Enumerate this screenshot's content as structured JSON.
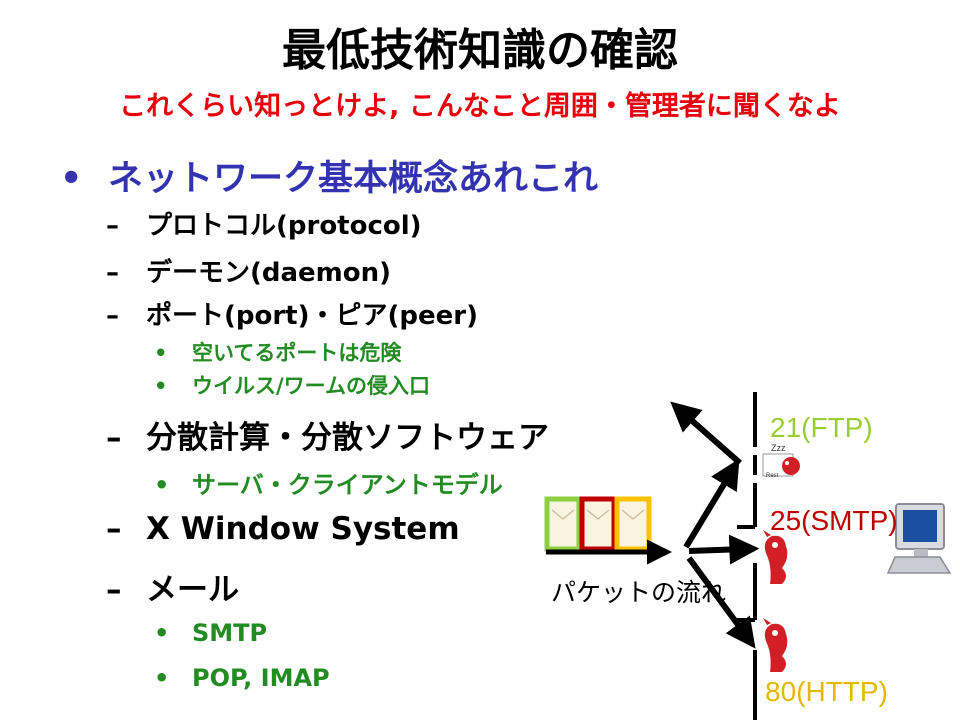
{
  "slide": {
    "title": "最低技術知識の確認",
    "subtitle": "これくらい知っとけよ, こんなこと周囲・管理者に聞くなよ",
    "main_bullet": "ネットワーク基本概念あれこれ",
    "items": [
      {
        "label": "プロトコル(protocol)"
      },
      {
        "label": "デーモン(daemon)"
      },
      {
        "label": "ポート(port)・ピア(peer)",
        "sub": [
          "空いてるポートは危険",
          "ウイルス/ワームの侵入口"
        ]
      },
      {
        "label": "分散計算・分散ソフトウェア",
        "sub": [
          "サーバ・クライアントモデル"
        ]
      },
      {
        "label": "X Window System"
      },
      {
        "label": "メール",
        "sub": [
          "SMTP",
          "POP, IMAP"
        ]
      }
    ]
  },
  "diagram": {
    "packet_flow_label": "パケットの流れ",
    "ports": [
      {
        "label": "21(FTP)",
        "color": "#9acd32"
      },
      {
        "label": "25(SMTP)",
        "color": "#c00000"
      },
      {
        "label": "80(HTTP)",
        "color": "#e5b700"
      }
    ],
    "sleep_text": "Zzz",
    "rest_label": "Rest",
    "packet_colors": [
      "#8fce3f",
      "#c00000",
      "#ffc000"
    ]
  }
}
